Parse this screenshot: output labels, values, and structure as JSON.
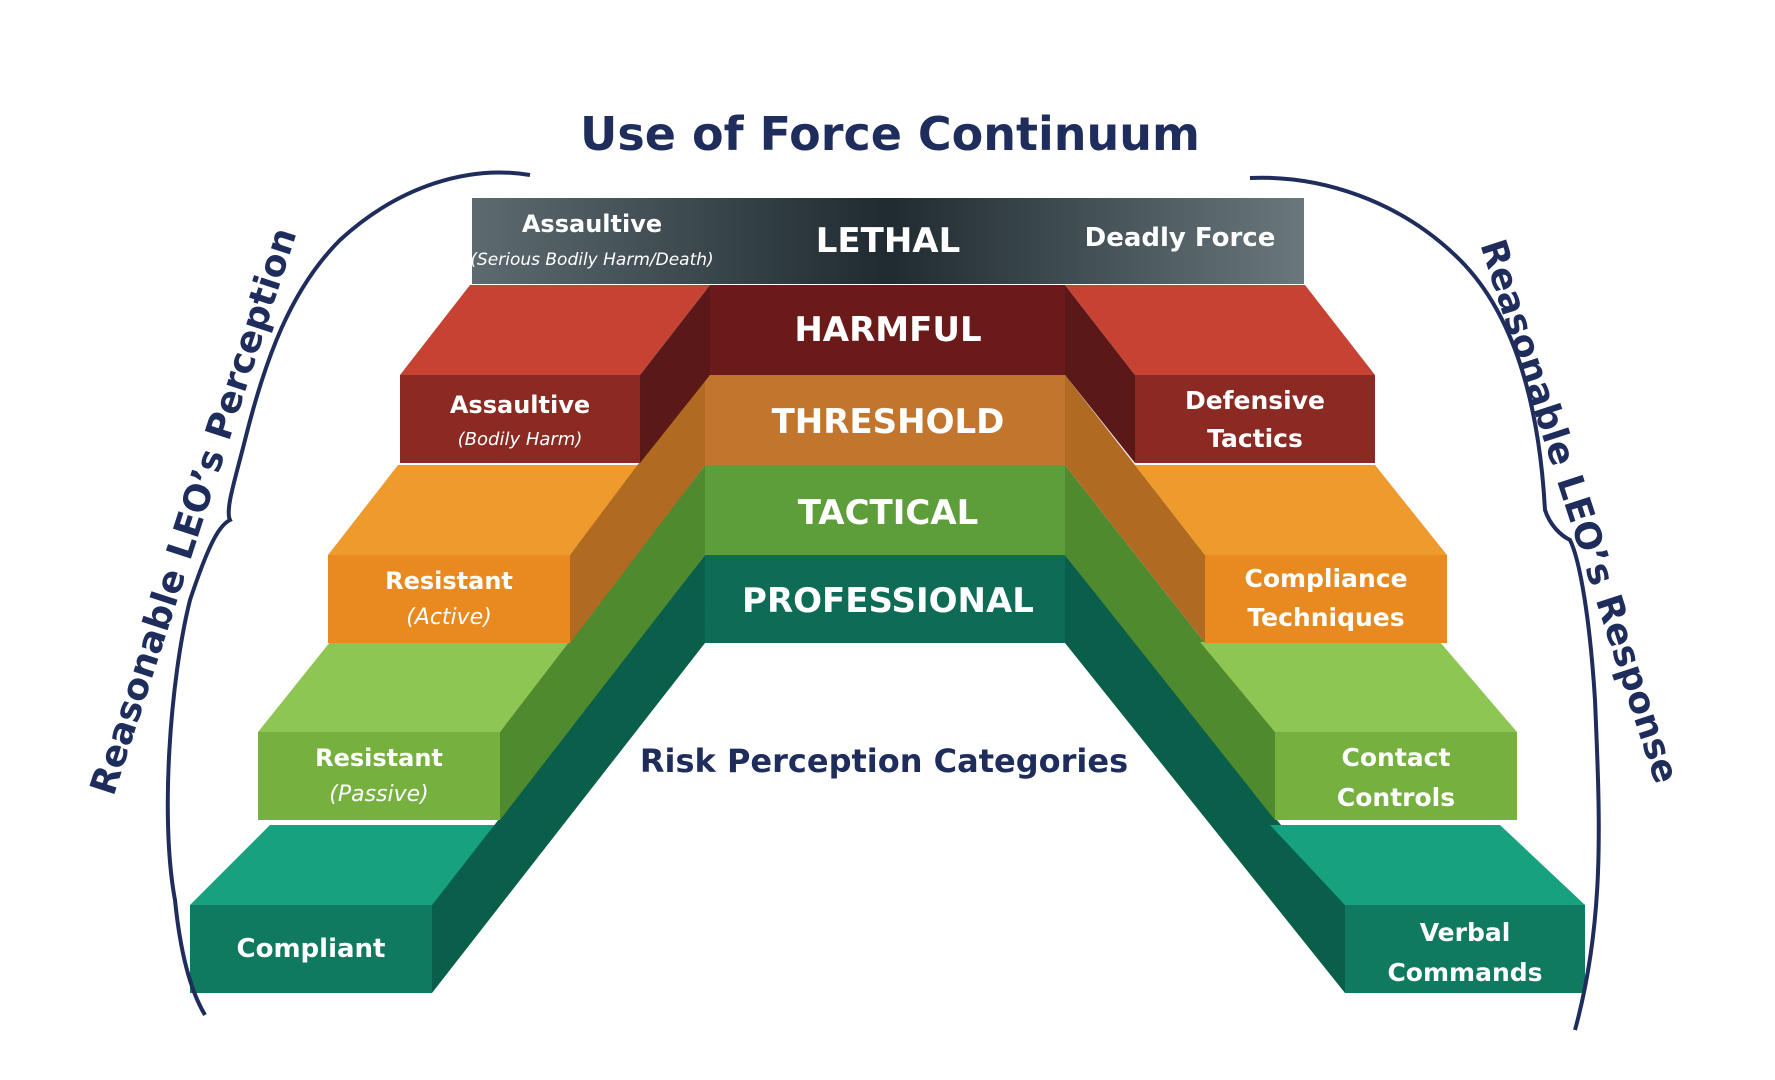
{
  "title": "Use of Force Continuum",
  "center_caption": "Risk Perception Categories",
  "left_brace_label": "Reasonable LEO’s Perception",
  "right_brace_label": "Reasonable LEO’s Response",
  "colors": {
    "navy": "#1f2d5c",
    "lethal": "#2c3a40",
    "harmful": "#6b1a1a",
    "harmful_side": "#c64334",
    "threshold": "#c2762d",
    "threshold_side": "#ee9a2c",
    "tactical": "#5e9e3a",
    "tactical_side": "#8dc652",
    "professional": "#0e6b55",
    "professional_side": "#17a17f"
  },
  "levels": [
    {
      "name": "LETHAL",
      "perception": "Assaultive",
      "perception_sub": "(Serious Bodily Harm/Death)",
      "response": "Deadly Force",
      "response_sub": ""
    },
    {
      "name": "HARMFUL",
      "perception": "Assaultive",
      "perception_sub": "(Bodily Harm)",
      "response": "Defensive",
      "response_sub": "Tactics"
    },
    {
      "name": "THRESHOLD",
      "perception": "Resistant",
      "perception_sub": "(Active)",
      "response": "Compliance",
      "response_sub": "Techniques"
    },
    {
      "name": "TACTICAL",
      "perception": "Resistant",
      "perception_sub": "(Passive)",
      "response": "Contact",
      "response_sub": "Controls"
    },
    {
      "name": "PROFESSIONAL",
      "perception": "Compliant",
      "perception_sub": "",
      "response": "Verbal",
      "response_sub": "Commands"
    }
  ]
}
